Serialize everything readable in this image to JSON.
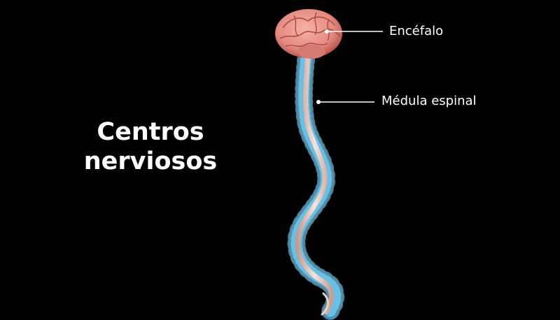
{
  "title": {
    "line1": "Centros",
    "line2": "nerviosos"
  },
  "labels": {
    "brain": "Encéfalo",
    "spinal_cord": "Médula espinal"
  },
  "colors": {
    "background": "#000000",
    "text": "#ffffff",
    "brain": "#e9988e",
    "spinal_cord": "#f1d2c4",
    "vertebrae": "#4fb6e6"
  }
}
